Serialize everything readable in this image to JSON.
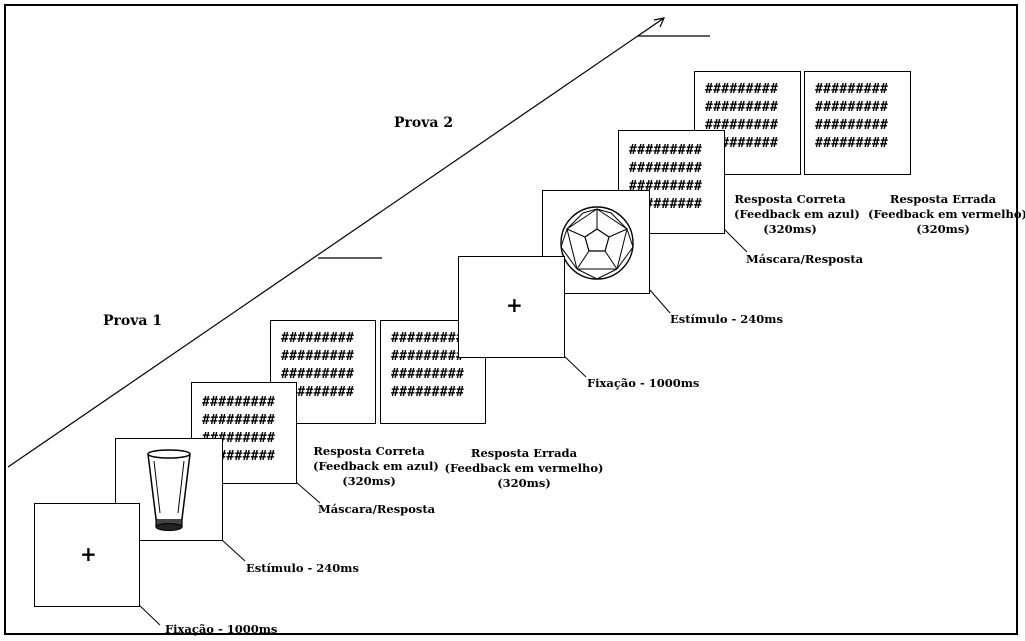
{
  "prova1": "Prova 1",
  "prova2": "Prova 2",
  "mask": "#########",
  "fixation_symbol": "+",
  "trial1": {
    "fixacao": "Fixação - 1000ms",
    "estimulo": "Estímulo - 240ms",
    "mascara": "Máscara/Resposta",
    "correta_l1": "Resposta Correta",
    "correta_l2": "(Feedback em azul)",
    "correta_l3": "(320ms)",
    "errada_l1": "Resposta Errada",
    "errada_l2": "(Feedback em vermelho)",
    "errada_l3": "(320ms)",
    "stimulus_icon": "glass-icon"
  },
  "trial2": {
    "fixacao": "Fixação - 1000ms",
    "estimulo": "Estímulo - 240ms",
    "mascara": "Máscara/Resposta",
    "correta_l1": "Resposta Correta",
    "correta_l2": "(Feedback em azul)",
    "correta_l3": "(320ms)",
    "errada_l1": "Resposta Errada",
    "errada_l2": "(Feedback em vermelho)",
    "errada_l3": "(320ms)",
    "stimulus_icon": "soccer-ball-icon"
  }
}
